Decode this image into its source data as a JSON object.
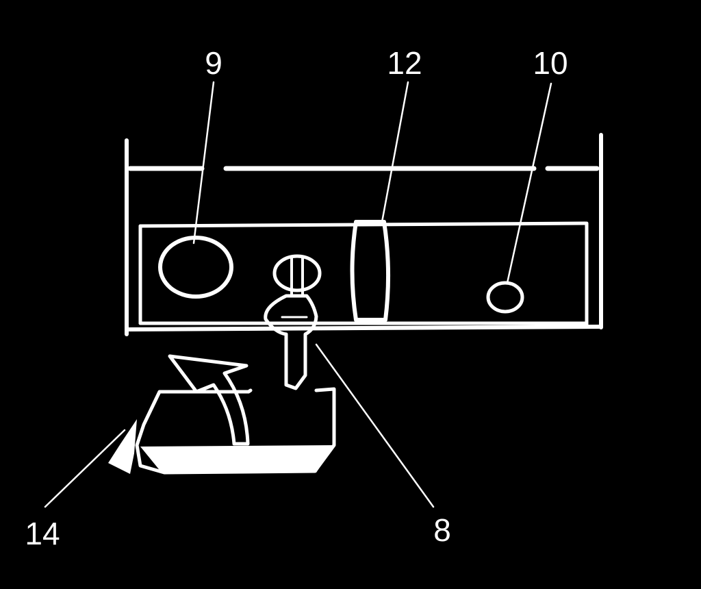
{
  "colors": {
    "background": "#000000",
    "line": "#ffffff"
  },
  "callouts": [
    {
      "id": "panel-gauge",
      "label": "9"
    },
    {
      "id": "slot-window",
      "label": "12"
    },
    {
      "id": "small-button",
      "label": "10"
    },
    {
      "id": "key",
      "label": "8"
    },
    {
      "id": "lever-handle",
      "label": "14"
    }
  ]
}
